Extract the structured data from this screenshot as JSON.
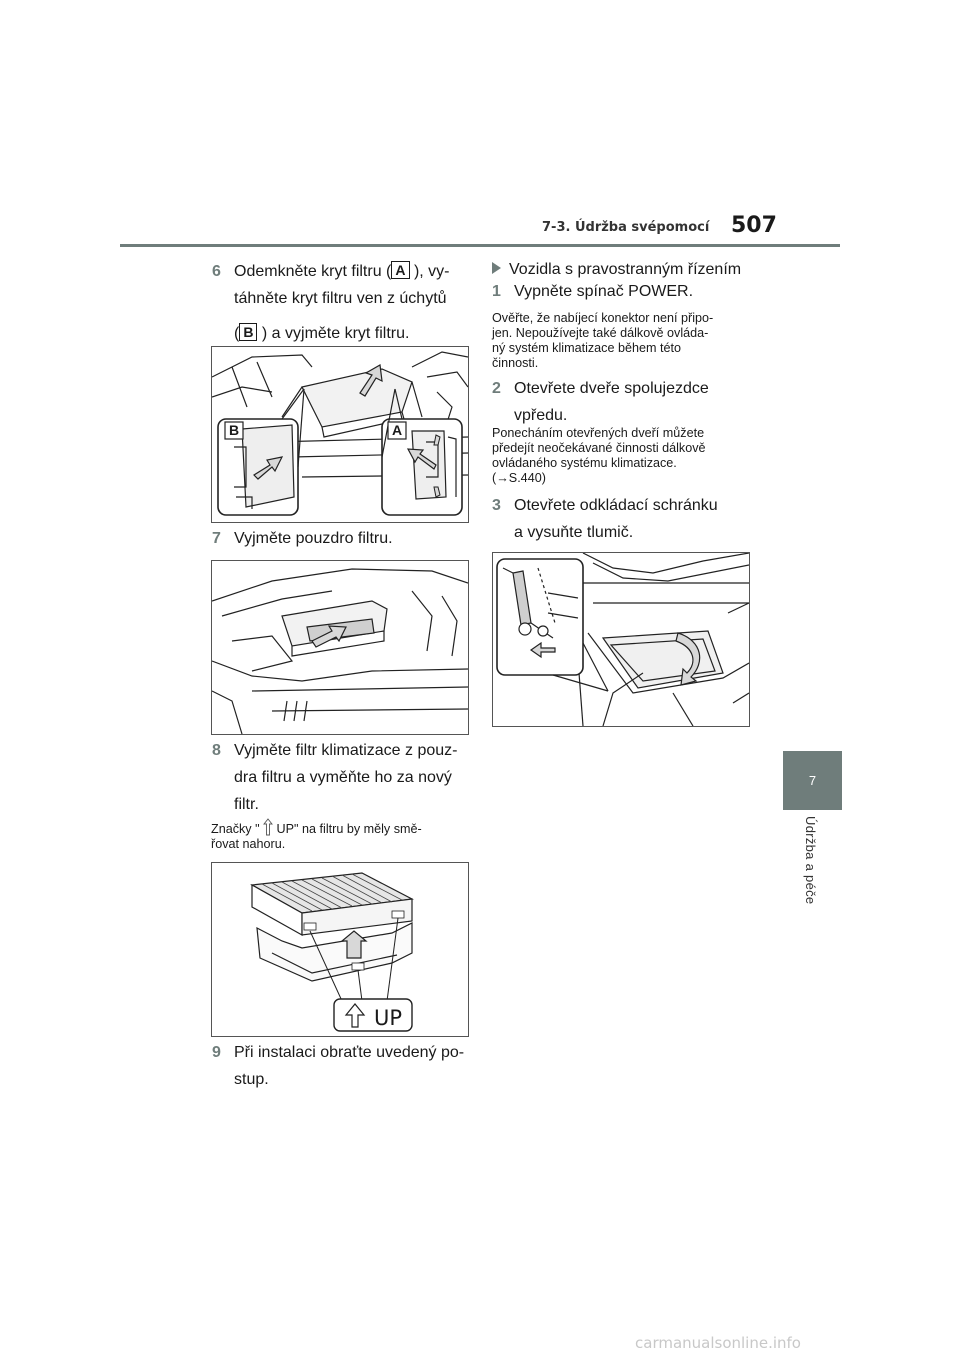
{
  "header": {
    "section": "7-3. Údržba svépomocí",
    "page_number": "507"
  },
  "sidebar": {
    "chapter_number": "7",
    "chapter_title": "Údržba a péče"
  },
  "left": {
    "step6": {
      "num": "6",
      "text_a": "Odemkněte kryt filtru (",
      "label_a": "A",
      "text_b": " ), vy-",
      "text_c": "táhněte kryt filtru ven z úchytů",
      "text_d": "(",
      "label_b": "B",
      "text_e": " ) a vyjměte kryt filtru."
    },
    "fig1": {
      "label_b": "B",
      "label_a": "A"
    },
    "step7": {
      "num": "7",
      "text": "Vyjměte pouzdro filtru."
    },
    "step8": {
      "num": "8",
      "line1": "Vyjměte filtr klimatizace z pouz-",
      "line2": "dra filtru a vyměňte ho za nový",
      "line3": "filtr."
    },
    "note8": {
      "part_a": "Značky \" ",
      "part_b": " UP\" na filtru by měly smě-",
      "line2": "řovat nahoru."
    },
    "fig3": {
      "up_label": "UP"
    },
    "step9": {
      "num": "9",
      "line1": "Při instalaci obraťte uvedený po-",
      "line2": "stup."
    }
  },
  "right": {
    "heading": "Vozidla s pravostranným řízením",
    "step1": {
      "num": "1",
      "text": "Vypněte spínač POWER."
    },
    "note1": {
      "line1": "Ověřte, že nabíjecí konektor není připo-",
      "line2": "jen. Nepoužívejte také dálkově ovláda-",
      "line3": "ný systém klimatizace během této",
      "line4": "činnosti."
    },
    "step2": {
      "num": "2",
      "line1": "Otevřete dveře spolujezdce",
      "line2": "vpředu."
    },
    "note2": {
      "line1": "Ponecháním otevřených dveří můžete",
      "line2": "předejít neočekávané činnosti dálkově",
      "line3": "ovládaného systému klimatizace.",
      "line4": "(→S.440)"
    },
    "step3": {
      "num": "3",
      "line1": "Otevřete odkládací schránku",
      "line2": "a vysuňte tlumič."
    }
  },
  "watermark": "carmanualsonline.info",
  "colors": {
    "accent": "#6f7d7b",
    "arrow_fill": "#d8d8d8"
  }
}
